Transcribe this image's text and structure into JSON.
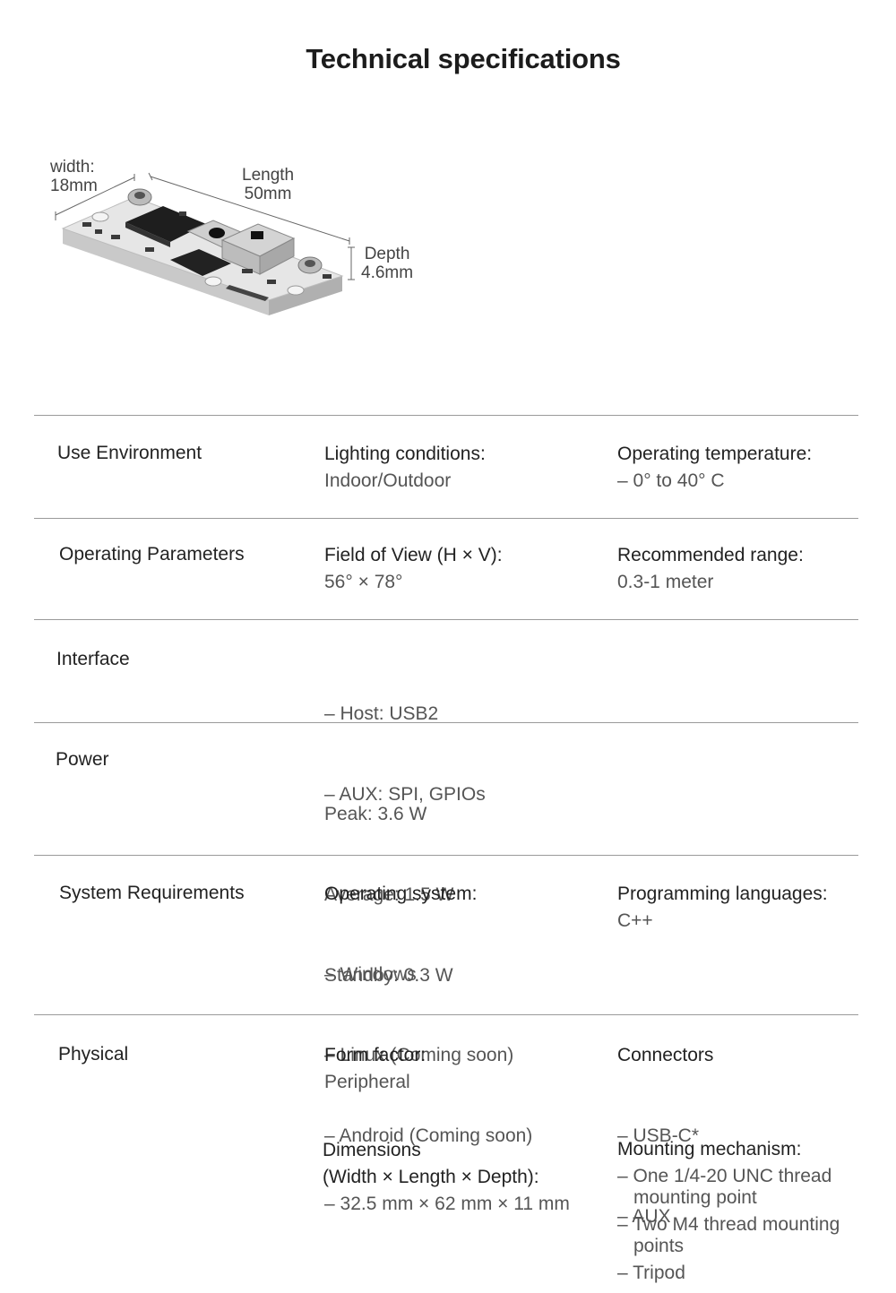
{
  "title": "Technical specifications",
  "diagram": {
    "width_label": "width:",
    "width_value": "18mm",
    "length_label": "Length",
    "length_value": "50mm",
    "depth_label": "Depth",
    "depth_value": "4.6mm"
  },
  "rows": {
    "use_env": {
      "category": "Use Environment",
      "lighting_head": "Lighting conditions:",
      "lighting_value": "Indoor/Outdoor",
      "temp_head": "Operating temperature:",
      "temp_value": "– 0° to 40° C"
    },
    "op_params": {
      "category": "Operating Parameters",
      "fov_head": "Field of View (H × V):",
      "fov_value": "56° × 78°",
      "range_head": "Recommended range:",
      "range_value": "0.3-1 meter"
    },
    "interface": {
      "category": "Interface",
      "items": [
        "– Host: USB2",
        "– AUX: SPI, GPIOs"
      ]
    },
    "power": {
      "category": "Power",
      "items": [
        "Peak: 3.6 W",
        "Average: 1.5 W",
        "Standby: 0.3 W"
      ]
    },
    "sysreq": {
      "category": "System Requirements",
      "os_head": "Operating system:",
      "os_items": [
        "– Windows",
        "– Linux (Coming soon)",
        "– Android (Coming soon)"
      ],
      "lang_head": "Programming languages:",
      "lang_value": "C++"
    },
    "physical": {
      "category": "Physical",
      "form_head": "Form factor:",
      "form_value": "Peripheral",
      "conn_head": "Connectors",
      "conn_items": [
        "– USB-C*",
        "– AUX"
      ],
      "dim_head1": "Dimensions",
      "dim_head2": "(Width × Length × Depth):",
      "dim_value": "– 32.5 mm × 62 mm × 11 mm",
      "mount_head": "Mounting mechanism:",
      "mount_items": [
        "– One 1/4-20 UNC thread mounting point",
        "– Two M4 thread mounting points",
        "– Tripod"
      ]
    }
  }
}
